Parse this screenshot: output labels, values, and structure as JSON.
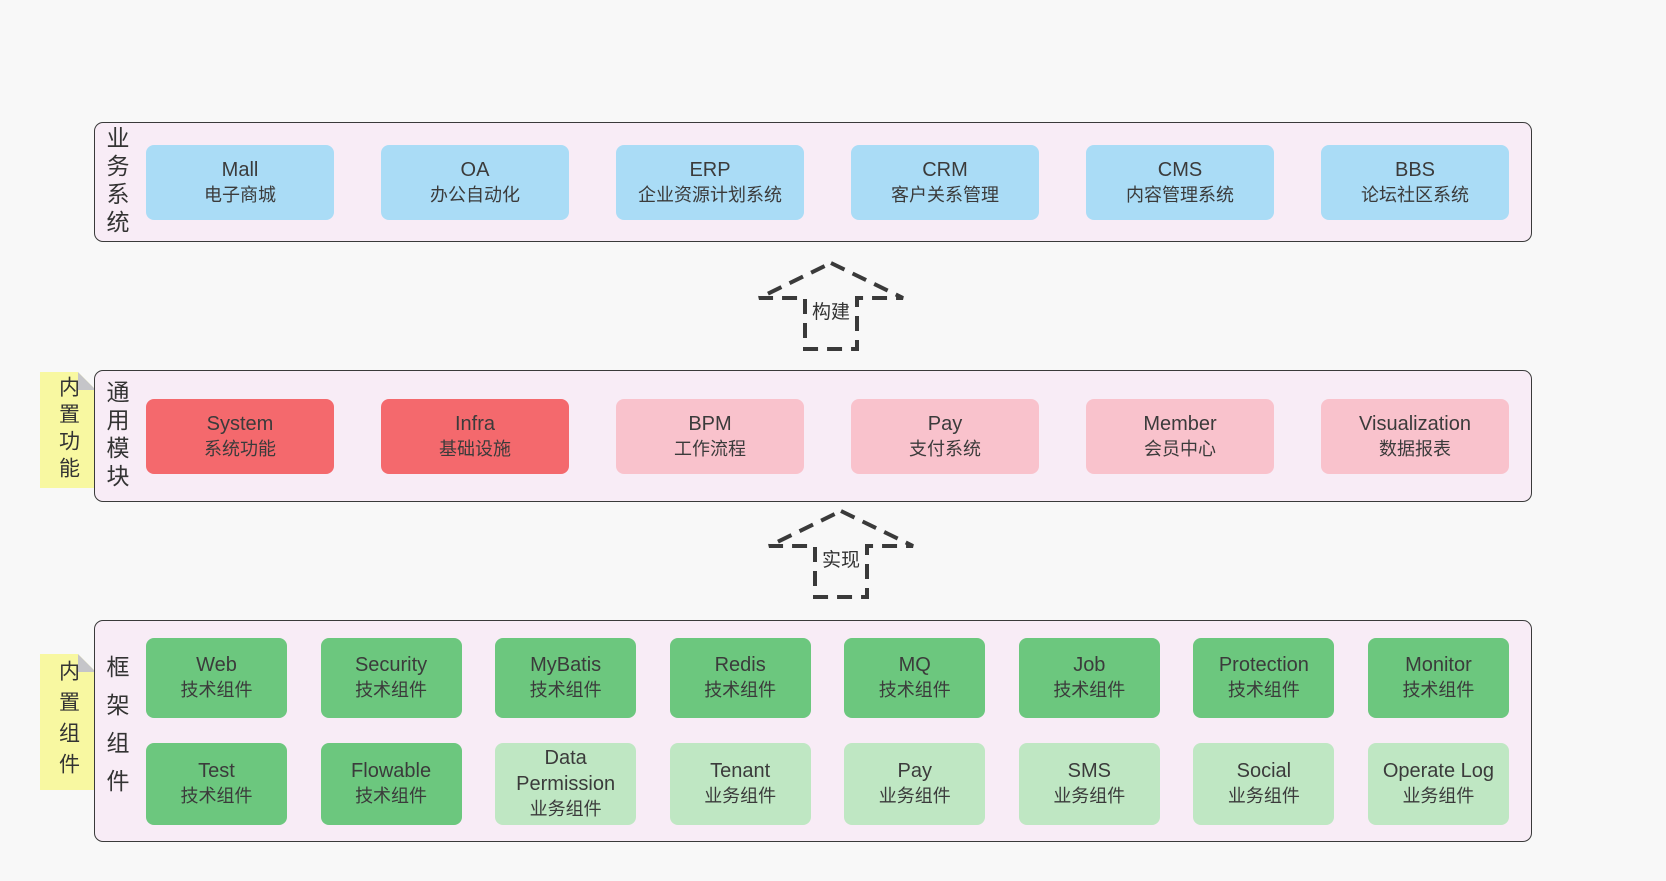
{
  "colors": {
    "page_bg": "#f8f8f8",
    "band_bg": "#f8ecf6",
    "band_border": "#3a3a3a",
    "node_blue": "#aadcf6",
    "node_red": "#f4696d",
    "node_pink": "#f9c2cc",
    "node_green_dark": "#6cc77e",
    "node_green_light": "#bfe7c3",
    "note_yellow": "#f8f8a1",
    "note_fold": "#c5c5c9",
    "text": "#3b3b3b"
  },
  "arrows": [
    {
      "label": "构建"
    },
    {
      "label": "实现"
    }
  ],
  "bands": [
    {
      "label": "业务系统",
      "rows": [
        [
          {
            "name": "Mall",
            "caption": "电子商城",
            "variant": "blue"
          },
          {
            "name": "OA",
            "caption": "办公自动化",
            "variant": "blue"
          },
          {
            "name": "ERP",
            "caption": "企业资源计划系统",
            "variant": "blue"
          },
          {
            "name": "CRM",
            "caption": "客户关系管理",
            "variant": "blue"
          },
          {
            "name": "CMS",
            "caption": "内容管理系统",
            "variant": "blue"
          },
          {
            "name": "BBS",
            "caption": "论坛社区系统",
            "variant": "blue"
          }
        ]
      ]
    },
    {
      "label": "通用模块",
      "note": "内置功能",
      "rows": [
        [
          {
            "name": "System",
            "caption": "系统功能",
            "variant": "red"
          },
          {
            "name": "Infra",
            "caption": "基础设施",
            "variant": "red"
          },
          {
            "name": "BPM",
            "caption": "工作流程",
            "variant": "pink"
          },
          {
            "name": "Pay",
            "caption": "支付系统",
            "variant": "pink"
          },
          {
            "name": "Member",
            "caption": "会员中心",
            "variant": "pink"
          },
          {
            "name": "Visualization",
            "caption": "数据报表",
            "variant": "pink"
          }
        ]
      ]
    },
    {
      "label": "框架组件",
      "note": "内置组件",
      "rows": [
        [
          {
            "name": "Web",
            "caption": "技术组件",
            "variant": "green-dark"
          },
          {
            "name": "Security",
            "caption": "技术组件",
            "variant": "green-dark"
          },
          {
            "name": "MyBatis",
            "caption": "技术组件",
            "variant": "green-dark"
          },
          {
            "name": "Redis",
            "caption": "技术组件",
            "variant": "green-dark"
          },
          {
            "name": "MQ",
            "caption": "技术组件",
            "variant": "green-dark"
          },
          {
            "name": "Job",
            "caption": "技术组件",
            "variant": "green-dark"
          },
          {
            "name": "Protection",
            "caption": "技术组件",
            "variant": "green-dark"
          },
          {
            "name": "Monitor",
            "caption": "技术组件",
            "variant": "green-dark"
          }
        ],
        [
          {
            "name": "Test",
            "caption": "技术组件",
            "variant": "green-dark"
          },
          {
            "name": "Flowable",
            "caption": "技术组件",
            "variant": "green-dark"
          },
          {
            "name": "Data Permission",
            "caption": "业务组件",
            "variant": "green-light"
          },
          {
            "name": "Tenant",
            "caption": "业务组件",
            "variant": "green-light"
          },
          {
            "name": "Pay",
            "caption": "业务组件",
            "variant": "green-light"
          },
          {
            "name": "SMS",
            "caption": "业务组件",
            "variant": "green-light"
          },
          {
            "name": "Social",
            "caption": "业务组件",
            "variant": "green-light"
          },
          {
            "name": "Operate Log",
            "caption": "业务组件",
            "variant": "green-light"
          }
        ]
      ]
    }
  ]
}
